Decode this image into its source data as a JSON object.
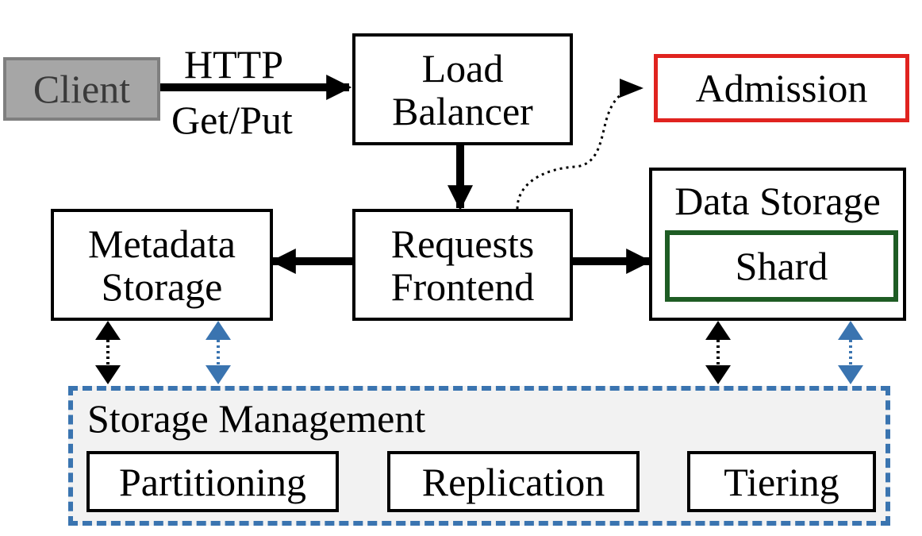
{
  "nodes": {
    "client": {
      "label": "Client"
    },
    "load_balancer": {
      "line1": "Load",
      "line2": "Balancer"
    },
    "admission": {
      "label": "Admission"
    },
    "requests_frontend": {
      "line1": "Requests",
      "line2": "Frontend"
    },
    "metadata_storage": {
      "line1": "Metadata",
      "line2": "Storage"
    },
    "data_storage": {
      "label": "Data Storage",
      "shard": "Shard"
    },
    "storage_management": {
      "label": "Storage Management",
      "items": [
        "Partitioning",
        "Replication",
        "Tiering"
      ]
    }
  },
  "edges": {
    "client_to_lb": {
      "top_label": "HTTP",
      "bottom_label": "Get/Put"
    }
  },
  "colors": {
    "client_fill": "#a6a6a6",
    "client_border": "#7f7f7f",
    "client_text": "#3a3a3a",
    "admission_border": "#e0231f",
    "shard_border": "#1e5c24",
    "storage_mgmt_border": "#3a74b0",
    "storage_mgmt_fill": "#f2f2f2",
    "blue_arrow": "#3a74b0"
  }
}
